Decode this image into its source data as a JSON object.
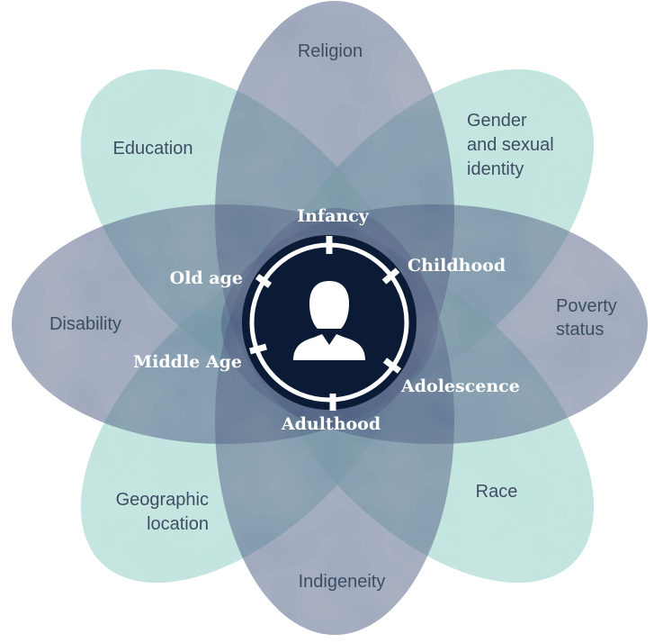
{
  "colors": {
    "teal_petal": "#a9d9d1",
    "blue_petal": "#41577e",
    "center_circle": "#0b1b35",
    "ring": "#ffffff",
    "petal_text": "#3c4e64",
    "stage_text": "#ffffff"
  },
  "petals": {
    "religion": "Religion",
    "gender_line1": "Gender",
    "gender_line2": "and sexual",
    "gender_line3": "identity",
    "poverty_line1": "Poverty",
    "poverty_line2": "status",
    "race": "Race",
    "indigeneity": "Indigeneity",
    "geographic_line1": "Geographic",
    "geographic_line2": "location",
    "disability": "Disability",
    "education": "Education"
  },
  "life_stages": {
    "infancy": "Infancy",
    "childhood": "Childhood",
    "adolescence": "Adolescence",
    "adulthood": "Adulthood",
    "middle_age": "Middle Age",
    "old_age": "Old age"
  },
  "center_icon": "person-silhouette-icon"
}
